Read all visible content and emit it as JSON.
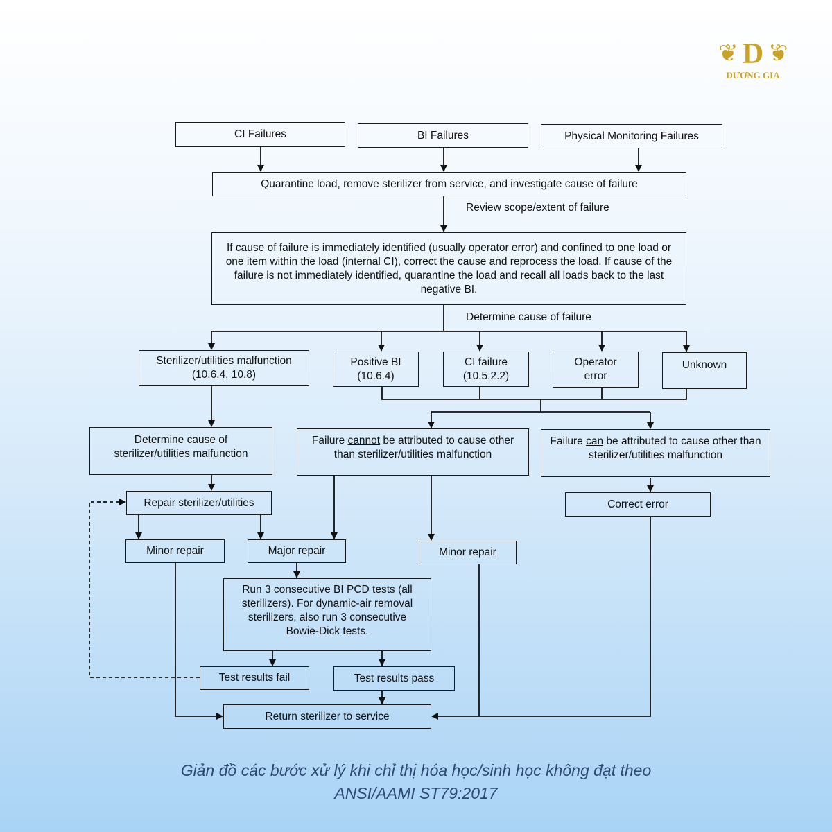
{
  "logo": {
    "letter": "D",
    "name": "DƯƠNG GIA"
  },
  "diagram": {
    "ci_failures": "CI Failures",
    "bi_failures": "BI Failures",
    "pm_failures": "Physical Monitoring Failures",
    "quarantine": "Quarantine load, remove sterilizer from service, and investigate cause of failure",
    "review_label": "Review scope/extent of failure",
    "if_cause": "If cause of failure is immediately identified (usually operator error) and confined to one load or one item within the load (internal CI), correct the cause and reprocess the load. If cause of the failure is not immediately identified, quarantine the load and recall all loads back to the last negative BI.",
    "determine_label": "Determine cause of failure",
    "sterilizer_malfunction": "Sterilizer/utilities malfunction (10.6.4, 10.8)",
    "positive_bi": "Positive BI (10.6.4)",
    "ci_failure": "CI failure (10.5.2.2)",
    "operator_error": "Operator error",
    "unknown": "Unknown",
    "determine_sterilizer": "Determine cause of sterilizer/utilities malfunction",
    "cannot_pre": "Failure ",
    "cannot_word": "cannot",
    "cannot_post": " be attributed to cause other than sterilizer/utilities malfunction",
    "can_pre": "Failure ",
    "can_word": "can",
    "can_post": " be attributed to cause other than sterilizer/utilities malfunction",
    "repair": "Repair sterilizer/utilities",
    "correct_error": "Correct error",
    "minor_repair_left": "Minor repair",
    "major_repair": "Major repair",
    "minor_repair_right": "Minor repair",
    "run_tests": "Run 3 consecutive BI PCD tests (all sterilizers). For dynamic-air removal sterilizers, also run 3 consecutive Bowie-Dick tests.",
    "test_fail": "Test results fail",
    "test_pass": "Test results pass",
    "return_service": "Return sterilizer to service"
  },
  "caption": {
    "line1": "Giản đồ các bước xử lý khi chỉ thị hóa học/sinh học không đạt theo",
    "line2": "ANSI/AAMI ST79:2017"
  }
}
